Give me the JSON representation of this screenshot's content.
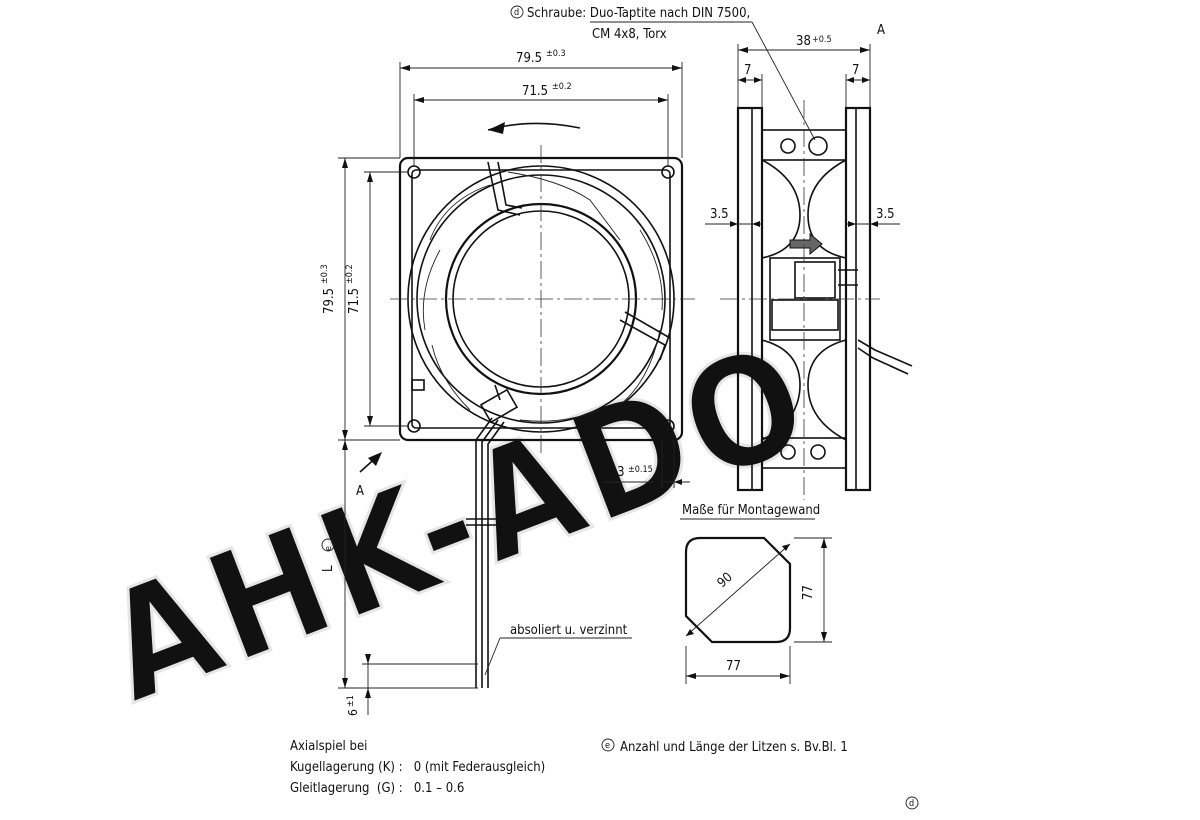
{
  "screw_note": {
    "marker": "d",
    "line1": "Schraube: Duo-Taptite nach DIN 7500,",
    "line2": "CM 4x8, Torx"
  },
  "view_label_top": "A",
  "view_label_arrow": "A",
  "front_dims": {
    "overall_width": "79.5",
    "overall_width_tol": "±0.3",
    "hole_width": "71.5",
    "hole_width_tol": "±0.2",
    "overall_height": "79.5",
    "overall_height_tol": "±0.3",
    "hole_height": "71.5",
    "hole_height_tol": "±0.2"
  },
  "side_dims": {
    "depth": "38",
    "depth_tol": "+0.5",
    "flange_left": "7",
    "flange_right": "7",
    "inset_left": "3.5",
    "inset_right": "3.5",
    "hole_dia": "4.3",
    "hole_dia_tol": "±0.15"
  },
  "lead": {
    "length_label": "L",
    "length_marker": "e",
    "strip_length": "6",
    "strip_tol": "±1",
    "strip_note": "absoliert u. verzinnt"
  },
  "mounting": {
    "title": "Maße für Montagewand",
    "diag": "90",
    "width": "77",
    "height": "77"
  },
  "axial_play": {
    "heading": "Axialspiel bei",
    "row1": "Kugellagerung (K) :   0 (mit Federausgleich)",
    "row2": "Gleitlagerung  (G) :   0.1 – 0.6"
  },
  "footnote_e": {
    "marker": "e",
    "text": "Anzahl und Länge der Litzen s. Bv.Bl. 1"
  },
  "corner_marker": "d",
  "watermark": "AHK-ADO"
}
